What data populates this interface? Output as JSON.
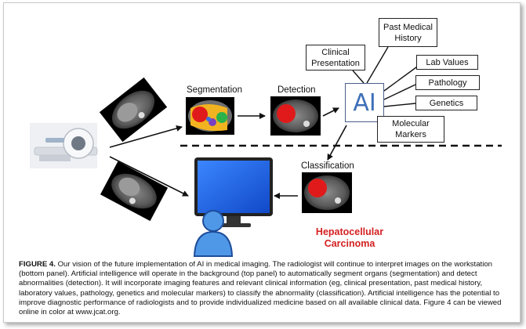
{
  "diagram": {
    "stages": {
      "segmentation": "Segmentation",
      "detection": "Detection",
      "classification": "Classification"
    },
    "ai_label": "AI",
    "inputs": {
      "clinical_presentation": "Clinical\nPresentation",
      "past_medical_history": "Past Medical\nHistory",
      "lab_values": "Lab Values",
      "pathology": "Pathology",
      "genetics": "Genetics",
      "molecular_markers": "Molecular\nMarkers"
    },
    "diagnosis": "Hepatocellular\nCarcinoma",
    "colors": {
      "lesion": "#e01a1a",
      "segment_liver": "#f2b320",
      "segment_spleen": "#2bb24a",
      "segment_other": "#7a3fc0",
      "monitor": "#1f63e8",
      "user": "#4f98e8",
      "diagnosis_text": "#d42020",
      "ai_text": "#3f6fb8"
    },
    "icons": [
      "ct-scanner-icon",
      "workstation-monitor-icon",
      "radiologist-user-icon"
    ]
  },
  "caption": {
    "label": "FIGURE 4.",
    "text": " Our vision of the future implementation of AI in medical imaging. The radiologist will continue to interpret images on the workstation (bottom panel). Artificial intelligence will operate in the background (top panel) to automatically segment organs (segmentation) and detect abnormalities (detection). It will incorporate imaging features and relevant clinical information (eg, clinical presentation, past medical history, laboratory values, pathology, genetics and molecular markers) to classify the abnormality (classification). Artificial intelligence has the potential to improve diagnostic performance of radiologists and to provide individualized medicine based on all available clinical data. Figure 4 can be viewed online in color at www.jcat.org."
  }
}
